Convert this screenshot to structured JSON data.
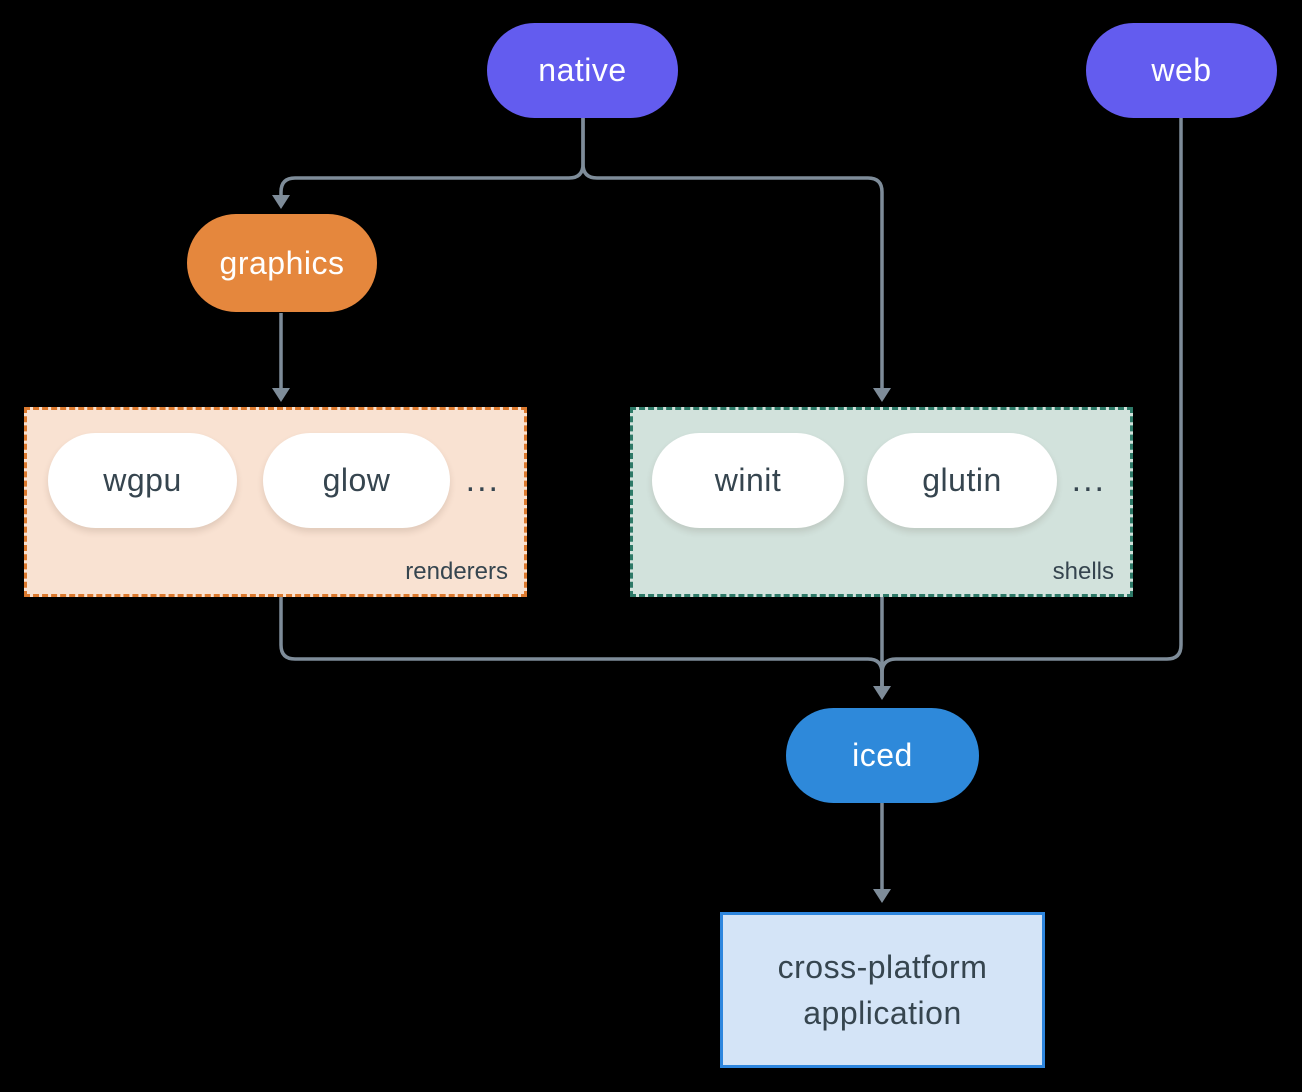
{
  "canvas": {
    "background": "#000000"
  },
  "colors": {
    "bg": "#000000",
    "purple": "#635CEF",
    "orange": "#E5873D",
    "blue": "#2E89DA",
    "renderers-fill": "#F9E2D2",
    "renderers-border": "#DC7A2F",
    "shells-fill": "#D2E2DC",
    "shells-border": "#2E7A68",
    "app-fill": "#D4E4F7",
    "app-border": "#2E86DE",
    "line": "#7E8C99",
    "dark-text": "#36454F",
    "pill-text-light": "#FFFFFF"
  },
  "nodes": {
    "native": {
      "label": "native"
    },
    "web": {
      "label": "web"
    },
    "graphics": {
      "label": "graphics"
    },
    "iced": {
      "label": "iced"
    },
    "app": {
      "label": "cross-platform application"
    }
  },
  "groups": {
    "renderers": {
      "label": "renderers",
      "items": [
        "wgpu",
        "glow"
      ],
      "ellipsis": "..."
    },
    "shells": {
      "label": "shells",
      "items": [
        "winit",
        "glutin"
      ],
      "ellipsis": "..."
    }
  }
}
